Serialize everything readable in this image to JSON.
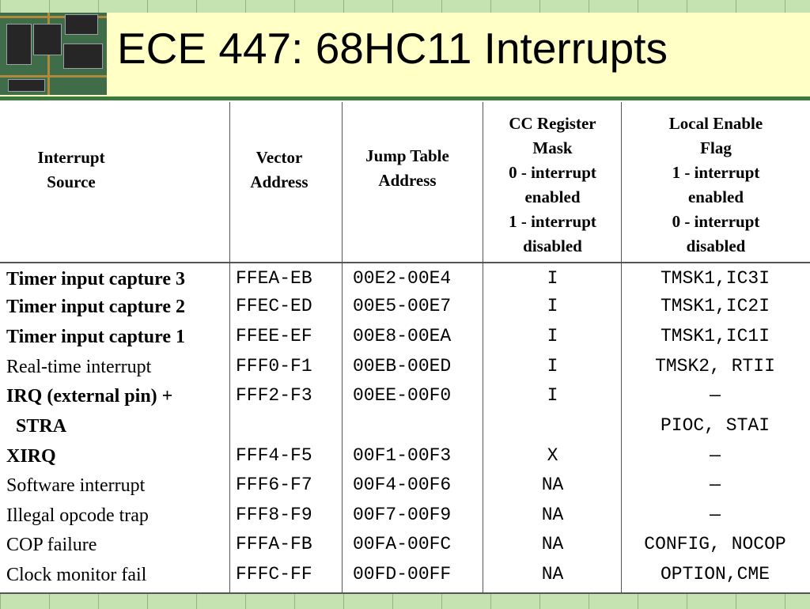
{
  "slide": {
    "title": "ECE 447: 68HC11 Interrupts"
  },
  "table": {
    "headers": {
      "source": [
        "Interrupt",
        "Source"
      ],
      "vector": [
        "Vector",
        "Address"
      ],
      "jump": [
        "Jump Table",
        "Address"
      ],
      "mask": [
        "CC Register",
        "Mask",
        "0 - interrupt",
        "enabled",
        "1 - interrupt",
        "disabled"
      ],
      "flag": [
        "Local Enable",
        "Flag",
        "1 - interrupt",
        "enabled",
        "0 - interrupt",
        "disabled"
      ]
    },
    "rows": [
      {
        "source": "Timer input capture 3",
        "bold": true,
        "vector": "FFEA-EB",
        "jump": "00E2-00E4",
        "mask": "I",
        "flag": "TMSK1,IC3I"
      },
      {
        "source": "Timer input capture 2",
        "bold": true,
        "vector": "FFEC-ED",
        "jump": "00E5-00E7",
        "mask": "I",
        "flag": "TMSK1,IC2I"
      },
      {
        "source": "Timer input capture 1",
        "bold": true,
        "vector": "FFEE-EF",
        "jump": "00E8-00EA",
        "mask": "I",
        "flag": "TMSK1,IC1I"
      },
      {
        "source": "Real-time interrupt",
        "bold": false,
        "vector": "FFF0-F1",
        "jump": "00EB-00ED",
        "mask": "I",
        "flag": "TMSK2, RTII"
      },
      {
        "source": "IRQ (external pin) +",
        "bold": true,
        "vector": "FFF2-F3",
        "jump": "00EE-00F0",
        "mask": "I",
        "flag": "—"
      },
      {
        "source": "  STRA",
        "bold": true,
        "vector": "",
        "jump": "",
        "mask": "",
        "flag": "PIOC, STAI"
      },
      {
        "source": "XIRQ",
        "bold": true,
        "vector": "FFF4-F5",
        "jump": "00F1-00F3",
        "mask": "X",
        "flag": "—"
      },
      {
        "source": "Software interrupt",
        "bold": false,
        "vector": "FFF6-F7",
        "jump": "00F4-00F6",
        "mask": "NA",
        "flag": "—"
      },
      {
        "source": "Illegal opcode trap",
        "bold": false,
        "vector": "FFF8-F9",
        "jump": "00F7-00F9",
        "mask": "NA",
        "flag": "—"
      },
      {
        "source": "COP failure",
        "bold": false,
        "vector": "FFFA-FB",
        "jump": "00FA-00FC",
        "mask": "NA",
        "flag": "CONFIG, NOCOP"
      },
      {
        "source": "Clock monitor fail",
        "bold": false,
        "vector": "FFFC-FF",
        "jump": "00FD-00FF",
        "mask": "NA",
        "flag": "OPTION,CME"
      }
    ]
  }
}
